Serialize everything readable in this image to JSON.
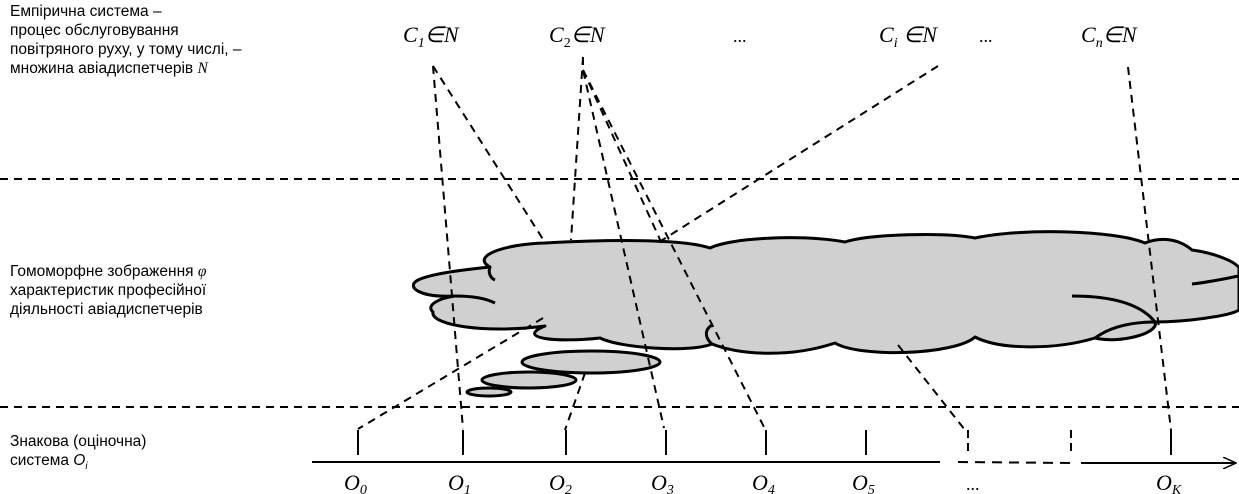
{
  "empirical_label": {
    "lines": [
      "Емпірична система –",
      "процес обслуговування",
      "повітряного руху, у тому числі, –"
    ],
    "last_line_text": "множина авіадиспетчерів ",
    "last_line_var": "N"
  },
  "homomorph_label": {
    "line1_text": "Гомоморфне зображення ",
    "line1_var": "φ",
    "lines": [
      "характеристик професійної",
      "діяльності авіадиспетчерів"
    ]
  },
  "sign_label": {
    "line1": "Знакова (оціночна)",
    "line2_text": "система ",
    "line2_var": "O",
    "line2_sub": "i"
  },
  "controllers": [
    {
      "base": "C",
      "sub": "1",
      "rel": "∈N"
    },
    {
      "base": "C",
      "sub": "2",
      "rel": "∈N"
    },
    {
      "text": "..."
    },
    {
      "base": "C",
      "sub": "i",
      "rel": " ∈N"
    },
    {
      "text": "..."
    },
    {
      "base": "C",
      "sub": "n",
      "rel": "∈N"
    }
  ],
  "ticks": [
    {
      "base": "O",
      "sub": "0"
    },
    {
      "base": "O",
      "sub": "1"
    },
    {
      "base": "O",
      "sub": "2"
    },
    {
      "base": "O",
      "sub": "3"
    },
    {
      "base": "O",
      "sub": "4"
    },
    {
      "base": "O",
      "sub": "5"
    },
    {
      "text": "..."
    },
    {
      "base": "O",
      "sub": "K"
    }
  ],
  "colors": {
    "cloud_fill": "#d0d0d0",
    "stroke": "#000000"
  }
}
